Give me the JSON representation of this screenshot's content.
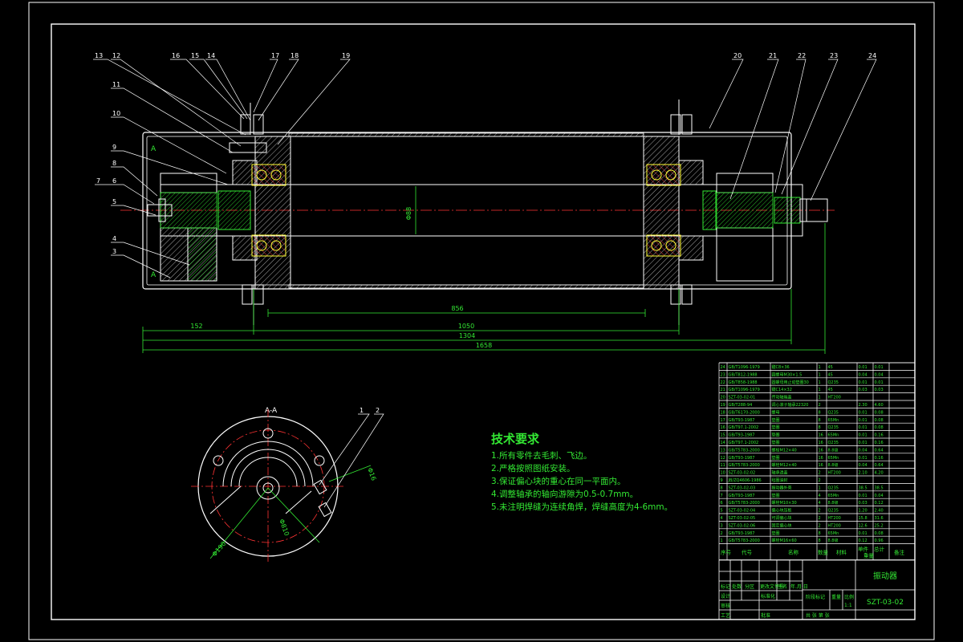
{
  "section_label": "A-A",
  "balloons_top": [
    "13",
    "12",
    "16",
    "15",
    "14",
    "17",
    "18",
    "19",
    "20",
    "21",
    "22",
    "23",
    "24"
  ],
  "balloons_left": [
    "11",
    "10",
    "9",
    "8",
    "7",
    "6",
    "5",
    "4",
    "3"
  ],
  "section_balloons": [
    "1",
    "2"
  ],
  "dims": {
    "shaft_dia": "Φ88",
    "left_offset": "152",
    "bearing_span": "856",
    "inner_len": "1050",
    "drum_len": "1304",
    "total_len": "1658",
    "bolt_circle": "Φ810",
    "flange_dia": "Φ190",
    "bolt_hole": "Φ16"
  },
  "tech_requirements": {
    "title": "技术要求",
    "items": [
      "1.所有零件去毛刺、飞边。",
      "2.严格按照图纸安装。",
      "3.保证偏心块的重心在同一平面内。",
      "4.调整轴承的轴向游隙为0.5-0.7mm。",
      "5.未注明焊缝为连续角焊，焊缝高度为4-6mm。"
    ]
  },
  "bom": {
    "headers": [
      "序号",
      "代号",
      "名称",
      "数量",
      "材料",
      "单件",
      "总计",
      "备注"
    ],
    "weight_header": "重量",
    "rows": [
      [
        "24",
        "GB/T1096-1979",
        "键C8×36",
        "1",
        "45",
        "0.01",
        "0.01"
      ],
      [
        "23",
        "GB/T812-1988",
        "圆螺母M30×1.5",
        "1",
        "45",
        "0.04",
        "0.04"
      ],
      [
        "22",
        "GB/T858-1988",
        "圆螺母用止动垫圈30",
        "1",
        "Q235",
        "0.01",
        "0.01"
      ],
      [
        "21",
        "GB/T1096-1979",
        "键C14×32",
        "1",
        "45",
        "0.03",
        "0.03"
      ],
      [
        "20",
        "SZT-03-02-01",
        "传动轴端盖",
        "1",
        "HT200",
        "",
        ""
      ],
      [
        "19",
        "GB/T288-94",
        "调心滚子轴承22320",
        "2",
        "",
        "2.30",
        "4.60"
      ],
      [
        "18",
        "GB/T6170-2000",
        "螺母",
        "8",
        "Q235",
        "0.01",
        "0.08"
      ],
      [
        "17",
        "GB/T93-1987",
        "垫圈",
        "8",
        "65Mn",
        "0.01",
        "0.08"
      ],
      [
        "16",
        "GB/T97.1-2002",
        "垫圈",
        "8",
        "Q235",
        "0.01",
        "0.08"
      ],
      [
        "15",
        "GB/T93-1987",
        "垫圈",
        "16",
        "65Mn",
        "0.01",
        "0.16"
      ],
      [
        "14",
        "GB/T97.1-2002",
        "垫圈",
        "16",
        "Q235",
        "0.01",
        "0.16"
      ],
      [
        "13",
        "GB/T5783-2000",
        "螺栓M12×40",
        "16",
        "8.8级",
        "0.04",
        "0.64"
      ],
      [
        "12",
        "GB/T93-1987",
        "垫圈",
        "16",
        "65Mn",
        "0.01",
        "0.16"
      ],
      [
        "11",
        "GB/T5783-2000",
        "螺栓M12×40",
        "16",
        "8.8级",
        "0.04",
        "0.64"
      ],
      [
        "10",
        "SZT-03-02-02",
        "轴承透盖",
        "2",
        "HT200",
        "2.10",
        "4.20"
      ],
      [
        "9",
        "JB/ZQ4606-1986",
        "毡圈油封",
        "2",
        "",
        "",
        ""
      ],
      [
        "8",
        "SZT-03-02-03",
        "振动器外壳",
        "1",
        "Q235",
        "38.5",
        "38.5"
      ],
      [
        "7",
        "GB/T93-1987",
        "垫圈",
        "4",
        "65Mn",
        "0.01",
        "0.04"
      ],
      [
        "6",
        "GB/T5783-2000",
        "螺栓M10×30",
        "4",
        "8.8级",
        "0.03",
        "0.12"
      ],
      [
        "5",
        "SZT-03-02-04",
        "偏心块压板",
        "2",
        "Q235",
        "1.20",
        "2.40"
      ],
      [
        "4",
        "SZT-03-02-05",
        "可调偏心块",
        "2",
        "HT200",
        "15.8",
        "31.6"
      ],
      [
        "3",
        "SZT-03-02-06",
        "固定偏心块",
        "2",
        "HT200",
        "12.6",
        "25.2"
      ],
      [
        "2",
        "GB/T93-1987",
        "垫圈",
        "8",
        "65Mn",
        "0.01",
        "0.08"
      ],
      [
        "1",
        "GB/T5783-2000",
        "螺栓M16×60",
        "8",
        "8.8级",
        "0.12",
        "0.96"
      ]
    ]
  },
  "title_block": {
    "name": "振动器",
    "drawing_no": "SZT-03-02",
    "labels": {
      "mark": "标记",
      "count": "处数",
      "zone": "分区",
      "change_no": "更改文件号",
      "sign": "签名",
      "date": "年.月.日",
      "designer": "设计",
      "std": "标准化",
      "reviewer": "审核",
      "process": "工艺",
      "approve": "批准",
      "stage": "阶段标记",
      "weight": "重量",
      "scale": "比例",
      "scale_val": "1:1",
      "sheets": "共 张 第 张"
    }
  },
  "colors": {
    "line": "#ffffff",
    "dim": "#33e833",
    "center": "#ff3333",
    "hatch": "#ff3333",
    "bearing": "#ffff33",
    "accent": "#00e5e5"
  }
}
